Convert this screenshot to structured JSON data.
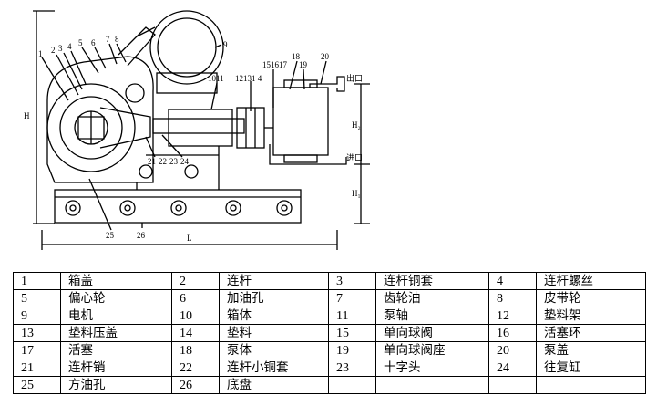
{
  "drawing": {
    "callouts": [
      "1",
      "2",
      "3",
      "4",
      "5",
      "6",
      "7",
      "8",
      "9",
      "1011",
      "12131 4",
      "151617",
      "18",
      "19",
      "20",
      "21",
      "22",
      "23",
      "24",
      "25",
      "26"
    ],
    "dimensions": {
      "H": "H",
      "L": "L",
      "H1": "H₁",
      "H2": "H₂",
      "inlet": "进口",
      "outlet": "出口"
    }
  },
  "table": {
    "rows": [
      [
        {
          "n": "1",
          "name": "箱盖"
        },
        {
          "n": "2",
          "name": "连杆"
        },
        {
          "n": "3",
          "name": "连杆铜套"
        },
        {
          "n": "4",
          "name": "连杆螺丝"
        }
      ],
      [
        {
          "n": "5",
          "name": "偏心轮"
        },
        {
          "n": "6",
          "name": "加油孔"
        },
        {
          "n": "7",
          "name": "齿轮油"
        },
        {
          "n": "8",
          "name": "皮带轮"
        }
      ],
      [
        {
          "n": "9",
          "name": "电机"
        },
        {
          "n": "10",
          "name": "箱体"
        },
        {
          "n": "11",
          "name": "泵轴"
        },
        {
          "n": "12",
          "name": "垫料架"
        }
      ],
      [
        {
          "n": "13",
          "name": "垫料压盖"
        },
        {
          "n": "14",
          "name": "垫料"
        },
        {
          "n": "15",
          "name": "单向球阀"
        },
        {
          "n": "16",
          "name": "活塞环"
        }
      ],
      [
        {
          "n": "17",
          "name": "活塞"
        },
        {
          "n": "18",
          "name": "泵体"
        },
        {
          "n": "19",
          "name": "单向球阀座"
        },
        {
          "n": "20",
          "name": "泵盖"
        }
      ],
      [
        {
          "n": "21",
          "name": "连杆销"
        },
        {
          "n": "22",
          "name": "连杆小铜套"
        },
        {
          "n": "23",
          "name": "十字头"
        },
        {
          "n": "24",
          "name": "往复缸"
        }
      ],
      [
        {
          "n": "25",
          "name": "方油孔"
        },
        {
          "n": "26",
          "name": "底盘"
        },
        {
          "n": "",
          "name": ""
        },
        {
          "n": "",
          "name": ""
        }
      ]
    ]
  }
}
